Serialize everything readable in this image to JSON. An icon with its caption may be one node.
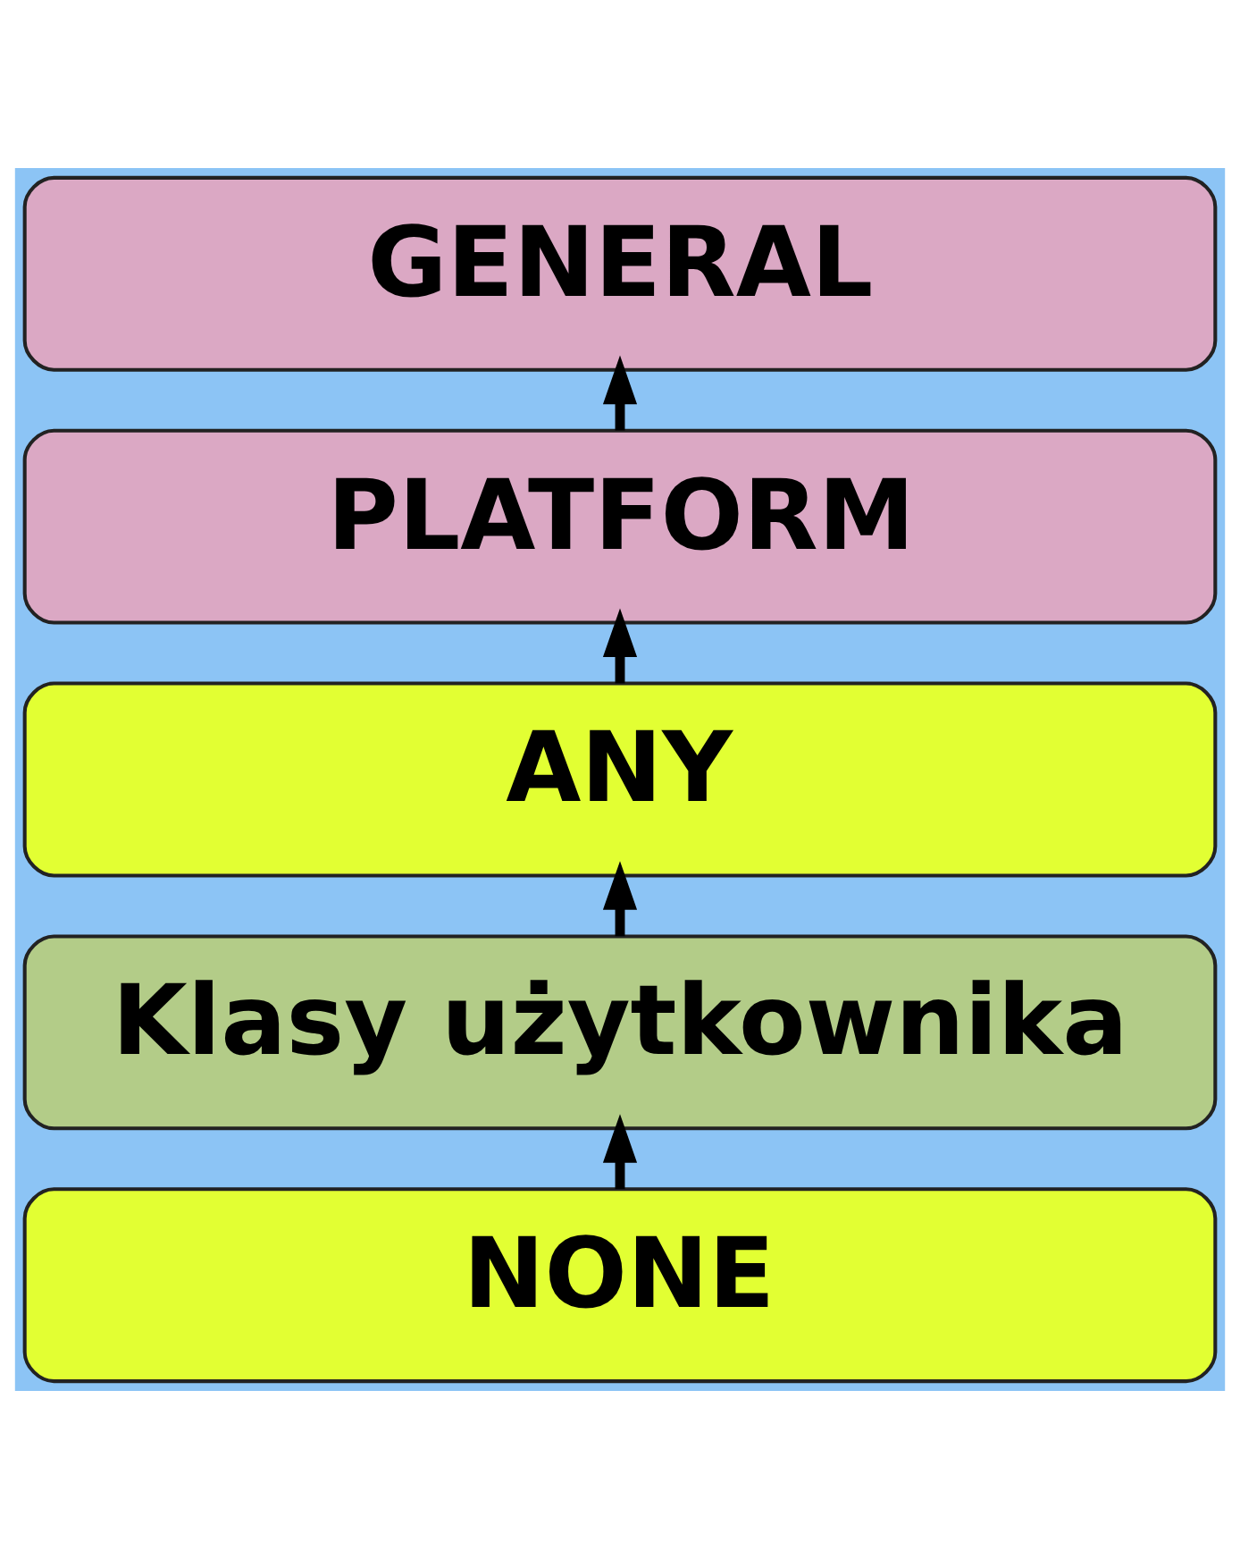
{
  "diagram": {
    "nodes": [
      {
        "text": [
          "GENERAL"
        ]
      },
      {
        "text": [
          "PLATFORM"
        ]
      },
      {
        "text": [
          "ANY"
        ]
      },
      {
        "text": [
          "Klasy użytkownika"
        ]
      },
      {
        "text": [
          "NONE"
        ]
      }
    ],
    "edges": [
      {
        "from": 1,
        "to": 0,
        "arrow": "to"
      },
      {
        "from": 2,
        "to": 1,
        "arrow": "to"
      },
      {
        "from": 3,
        "to": 2,
        "arrow": "to"
      },
      {
        "from": 4,
        "to": 3,
        "arrow": "to"
      }
    ]
  }
}
